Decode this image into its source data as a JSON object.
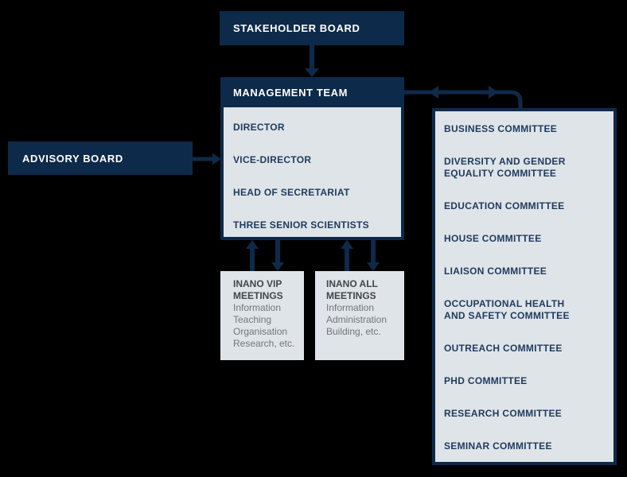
{
  "colors": {
    "background": "#000000",
    "navy": "#0e2a4a",
    "panel_light": "#dfe4e8",
    "text_navy": "#1d3a5f",
    "text_white": "#ffffff",
    "meeting_title": "#454545",
    "meeting_body": "#757575"
  },
  "stakeholder_board": {
    "label": "STAKEHOLDER BOARD"
  },
  "advisory_board": {
    "label": "ADVISORY BOARD"
  },
  "management_team": {
    "title": "MANAGEMENT TEAM",
    "members": [
      "DIRECTOR",
      "VICE-DIRECTOR",
      "HEAD OF SECRETARIAT",
      "THREE SENIOR SCIENTISTS"
    ]
  },
  "meetings": [
    {
      "title": "INANO VIP\nMEETINGS",
      "lines": [
        "Information",
        "Teaching",
        "Organisation",
        "Research, etc."
      ]
    },
    {
      "title": "INANO ALL\nMEETINGS",
      "lines": [
        "Information",
        "Administration",
        "Building, etc."
      ]
    }
  ],
  "committees": {
    "items": [
      "BUSINESS COMMITTEE",
      "DIVERSITY AND GENDER\nEQUALITY COMMITTEE",
      "EDUCATION COMMITTEE",
      "HOUSE COMMITTEE",
      "LIAISON COMMITTEE",
      "OCCUPATIONAL HEALTH\nAND SAFETY COMMITTEE",
      "OUTREACH COMMITTEE",
      "PHD COMMITTEE",
      "RESEARCH COMMITTEE",
      "SEMINAR COMMITTEE"
    ]
  }
}
